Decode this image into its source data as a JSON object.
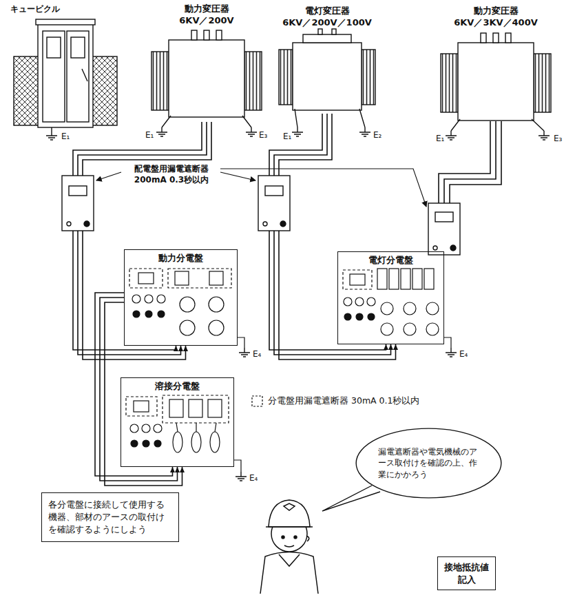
{
  "diagram": {
    "nodes": [
      {
        "text": [
          "キュービクル"
        ]
      },
      {
        "text": [
          "動力変圧器",
          "6KV／200V"
        ]
      },
      {
        "text": [
          "電灯変圧器",
          "6KV／200V／100V"
        ]
      },
      {
        "text": [
          "動力変圧器",
          "6KV／3KV／400V"
        ]
      },
      {
        "text": [
          "動力分電盤"
        ]
      },
      {
        "text": [
          "電灯分電盤"
        ]
      },
      {
        "text": [
          "溶接分電盤"
        ]
      },
      {
        "text": [
          "各分電盤に接続して使用する機器、部材のアースの取付けを確認するようにしよう"
        ]
      },
      {
        "text": [
          "漏電遮断器や電気機械のアース取付けを確認の上、作業にかかろう"
        ]
      },
      {
        "text": [
          "接地抵抗値 記入"
        ]
      }
    ],
    "edges": [
      {
        "from": 1,
        "to": 4,
        "arrow": "to"
      },
      {
        "from": 2,
        "to": 5,
        "arrow": "to"
      },
      {
        "from": 4,
        "to": 6,
        "arrow": "to"
      }
    ],
    "labels": [
      "配電盤用漏電遮断器 200mA 0.3秒以内",
      "E₁",
      "E₁",
      "E₃",
      "E₁",
      "E₂",
      "E₁",
      "E₃",
      "E₄",
      "E₄",
      "E₄"
    ],
    "legend": [
      {
        "text": "分電盤用漏電遮断器 30mA 0.1秒以内"
      }
    ]
  }
}
